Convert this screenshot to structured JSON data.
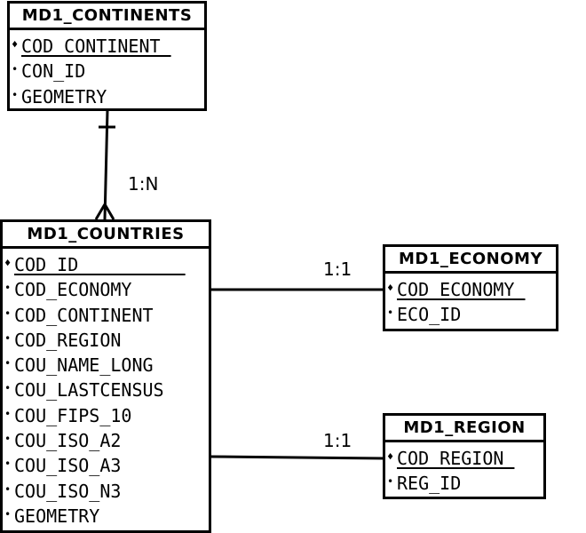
{
  "entities": {
    "continents": {
      "title": "MD1_CONTINENTS",
      "attributes": [
        {
          "name": "COD_CONTINENT ",
          "key": true
        },
        {
          "name": "CON_ID",
          "key": false
        },
        {
          "name": "GEOMETRY",
          "key": false
        }
      ]
    },
    "countries": {
      "title": "MD1_COUNTRIES",
      "attributes": [
        {
          "name": "COD_ID          ",
          "key": true
        },
        {
          "name": "COD_ECONOMY",
          "key": false
        },
        {
          "name": "COD_CONTINENT",
          "key": false
        },
        {
          "name": "COD_REGION",
          "key": false
        },
        {
          "name": "COU_NAME_LONG",
          "key": false
        },
        {
          "name": "COU_LASTCENSUS",
          "key": false
        },
        {
          "name": "COU_FIPS_10",
          "key": false
        },
        {
          "name": "COU_ISO_A2",
          "key": false
        },
        {
          "name": "COU_ISO_A3",
          "key": false
        },
        {
          "name": "COU_ISO_N3",
          "key": false
        },
        {
          "name": "GEOMETRY",
          "key": false
        }
      ]
    },
    "economy": {
      "title": "MD1_ECONOMY",
      "attributes": [
        {
          "name": "COD_ECONOMY ",
          "key": true
        },
        {
          "name": "ECO_ID",
          "key": false
        }
      ]
    },
    "region": {
      "title": "MD1_REGION",
      "attributes": [
        {
          "name": "COD_REGION ",
          "key": true
        },
        {
          "name": "REG_ID",
          "key": false
        }
      ]
    }
  },
  "relationships": {
    "continents_countries": {
      "label": "1:N",
      "from": "continents",
      "to": "countries"
    },
    "countries_economy": {
      "label": "1:1",
      "from": "countries",
      "to": "economy"
    },
    "countries_region": {
      "label": "1:1",
      "from": "countries",
      "to": "region"
    }
  },
  "markers": {
    "key": "♦",
    "attribute": "•"
  },
  "colors": {
    "line": "#000000",
    "background": "#ffffff"
  }
}
